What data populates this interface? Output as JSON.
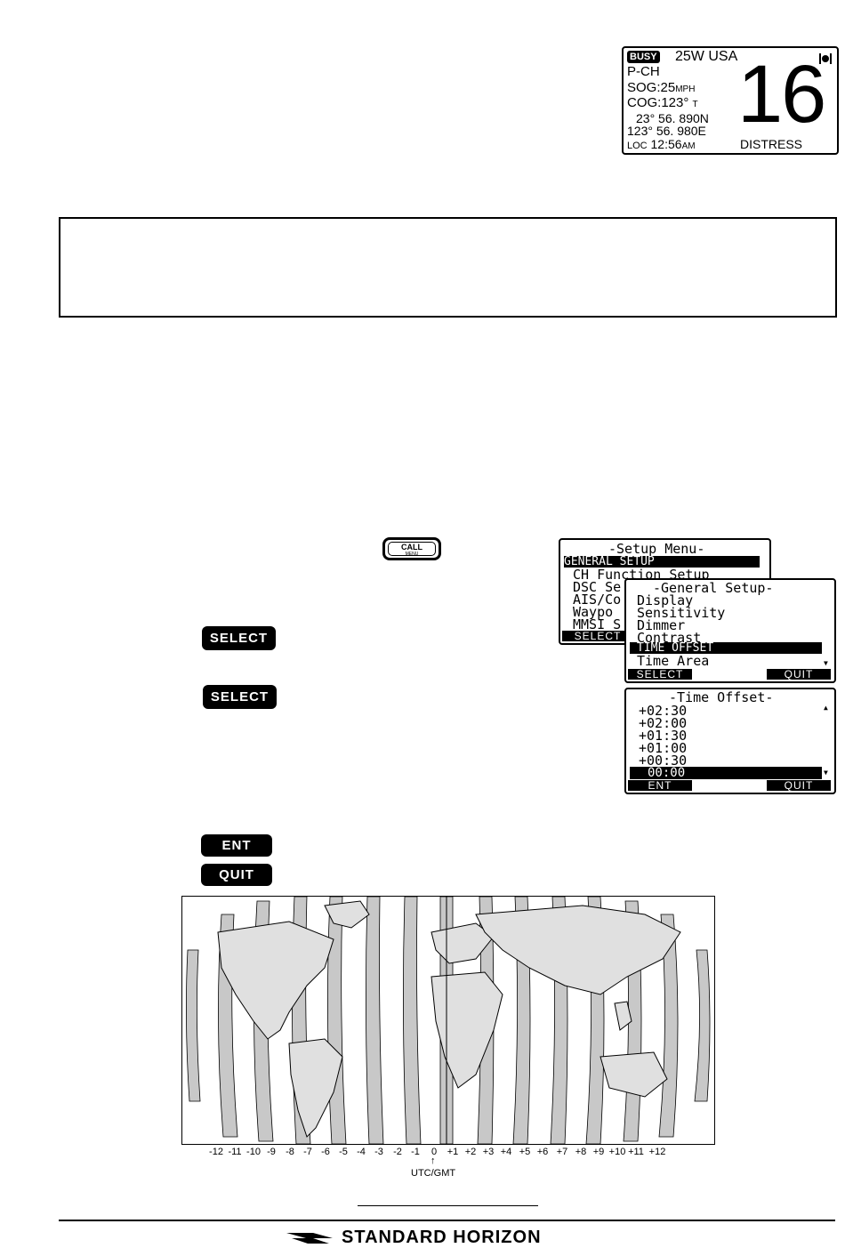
{
  "status_display": {
    "busy_badge": "BUSY",
    "power_region": "25W USA",
    "mode": "P-CH",
    "sog_label": "SOG:25",
    "sog_unit": "MPH",
    "cog_label": "COG:123°",
    "cog_unit": "T",
    "latitude": "23° 56. 890N",
    "longitude": "123° 56. 980E",
    "time_prefix": "LOC",
    "time": "12:56",
    "time_suffix": "AM",
    "channel": "16",
    "distress": "DISTRESS"
  },
  "call_menu_key": {
    "top": "CALL",
    "bottom": "MENU"
  },
  "setup_menu": {
    "title": "-Setup Menu-",
    "items": [
      "GENERAL SETUP",
      "CH Function Setup",
      "DSC Se",
      "AIS/Co",
      "Waypo",
      "MMSI S"
    ],
    "softkey": "SELECT"
  },
  "general_setup": {
    "title": "-General Setup-",
    "items": [
      "Display",
      "Sensitivity",
      "Dimmer",
      "Contrast",
      "TIME OFFSET",
      "Time Area"
    ],
    "softkey_left": "SELECT",
    "softkey_right": "QUIT"
  },
  "time_offset": {
    "title": "-Time Offset-",
    "items": [
      "+02:30",
      "+02:00",
      "+01:30",
      "+01:00",
      "+00:30",
      "00:00"
    ],
    "softkey_left": "ENT",
    "softkey_right": "QUIT"
  },
  "step_buttons": {
    "select_1": "SELECT",
    "select_2": "SELECT",
    "ent": "ENT",
    "quit": "QUIT"
  },
  "map": {
    "ticks": [
      "-12",
      "-11",
      "-10",
      "-9",
      "-8",
      "-7",
      "-6",
      "-5",
      "-4",
      "-3",
      "-2",
      "-1",
      "0",
      "+1",
      "+2",
      "+3",
      "+4",
      "+5",
      "+6",
      "+7",
      "+8",
      "+9",
      "+10",
      "+11",
      "+12"
    ],
    "utc_label": "UTC/GMT"
  },
  "footer": {
    "brand": "STANDARD HORIZON"
  }
}
